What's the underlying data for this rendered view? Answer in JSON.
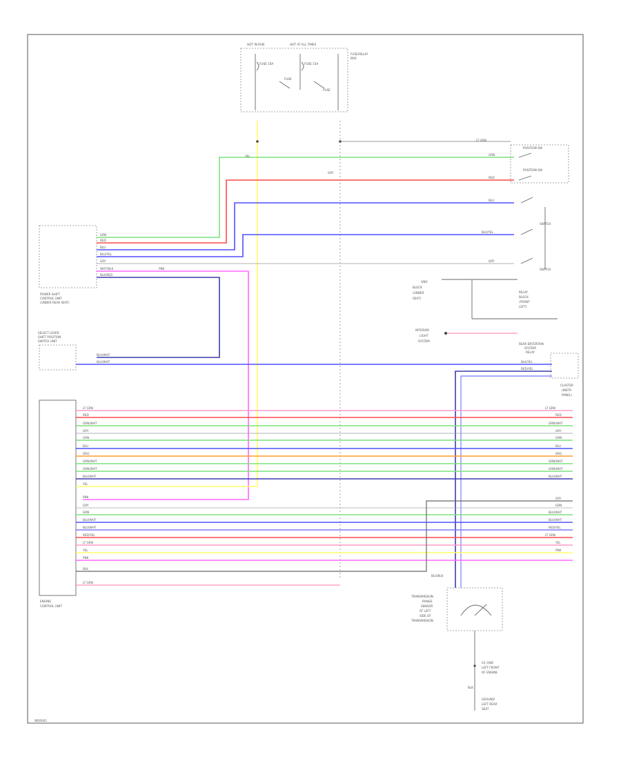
{
  "diagram": {
    "ref_code": "WD0001",
    "modules": {
      "power_supply_top": {
        "labels": [
          "HOT IN RUN",
          "HOT AT ALL TIMES",
          "FUSE/RELAY",
          "BOX"
        ],
        "fuses": [
          "FUSE 10A",
          "FUSE 15A",
          "FUSE",
          "FUSE"
        ]
      },
      "shift_control": {
        "labels": [
          "POWER SHIFT",
          "CONTROL UNIT",
          "(UNDER REAR SEAT)"
        ]
      },
      "shift_switch_unit": {
        "labels": [
          "SELECT LEVER",
          "SHIFT POSITION",
          "SWITCH UNIT"
        ]
      },
      "engine_control": {
        "labels": [
          "ENGINE",
          "CONTROL UNIT"
        ]
      },
      "position_switches": {
        "labels": [
          "POSITION SW",
          "POSITION SW",
          "SWITCH",
          "SWITCH"
        ]
      },
      "ground_block": {
        "labels": [
          "GND",
          "BLOCK",
          "(UNDER",
          "SEAT)"
        ]
      },
      "relay_block": {
        "labels": [
          "RELAY",
          "BLOCK",
          "(FRONT",
          "LEFT)"
        ]
      },
      "indicator": {
        "labels": [
          "INTERIOR",
          "LIGHT",
          "SYSTEM"
        ]
      },
      "right_connector": {
        "labels": [
          "REAR ENTERTAIN",
          "SYSTEM",
          "RELAY"
        ]
      },
      "right_unit": {
        "labels": [
          "CLUSTER",
          "(INSTR",
          "PANEL)"
        ]
      },
      "speed_sensor": {
        "labels": [
          "TRANSMISSION",
          "RANGE",
          "SENSOR",
          "AT LEFT",
          "SIDE OF",
          "TRANSMISSION"
        ]
      },
      "ground_point_1": {
        "labels": [
          "G1 GND",
          "LEFT FRONT",
          "OF ENGINE"
        ]
      },
      "ground_point_2": {
        "labels": [
          "GROUND",
          "LEFT REAR",
          "SEAT"
        ]
      }
    },
    "wire_labels": {
      "top_right": [
        "LT GRN",
        "GRN",
        "RED",
        "BLU",
        "BLU/YEL",
        "GRY"
      ],
      "shift_left": [
        "GRN",
        "RED",
        "BLU",
        "BLU/YEL",
        "GRY",
        "WHT/BLK",
        "BLK/RED"
      ],
      "lower_left": [
        "LT GRN",
        "RED",
        "GRN/WHT",
        "GRY",
        "GRN",
        "BLU",
        "ORG",
        "GRN/WHT",
        "GRN/WHT",
        "BLU/WHT",
        "YEL",
        "PNK",
        "GRY",
        "GRN",
        "BLU/WHT",
        "BLU/WHT",
        "RED/YEL",
        "LT GRN",
        "YEL",
        "PNK",
        "BLK",
        "LT GRN"
      ],
      "lower_right": [
        "LT GRN",
        "RED",
        "GRN/WHT",
        "GRY",
        "GRN",
        "BLU",
        "ORG",
        "GRN/WHT",
        "GRN/WHT",
        "BLU/WHT",
        "GRY",
        "GRN",
        "BLU/WHT",
        "BLU/WHT",
        "RED/YEL",
        "LT GRN",
        "YEL",
        "PNK"
      ],
      "misc": [
        "YEL",
        "GRY",
        "PNK",
        "BLU/WHT",
        "BLU/WHT",
        "BLK/YEL",
        "RED/YEL",
        "BLU/BLK",
        "BLK"
      ]
    },
    "wire_colors": {
      "green": "#7ae27a",
      "red": "#ff4848",
      "blue": "#4f4fff",
      "yellow": "#ffff66",
      "magenta": "#ff66ff",
      "orange": "#ff9a2e",
      "darkblue": "#3a3ab0",
      "gray": "#888888",
      "pink": "#ff7aa0"
    }
  }
}
